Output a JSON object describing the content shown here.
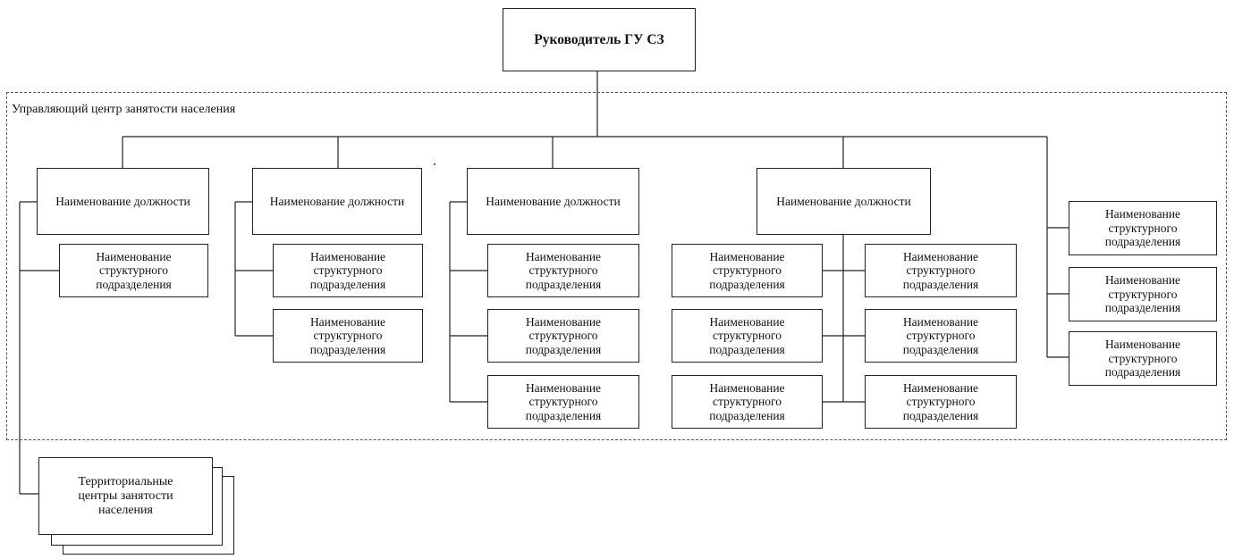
{
  "top": {
    "label": "Руководитель ГУ СЗ"
  },
  "region": {
    "label": "Управляющий центр занятости населения"
  },
  "positions": [
    {
      "label": "Наименование должности"
    },
    {
      "label": "Наименование должности"
    },
    {
      "label": "Наименование должности"
    },
    {
      "label": "Наименование должности"
    }
  ],
  "unit_label": "Наименование\nструктурного\nподразделения",
  "territorial": {
    "label": "Территориальные\nцентры занятости\nнаселения"
  }
}
